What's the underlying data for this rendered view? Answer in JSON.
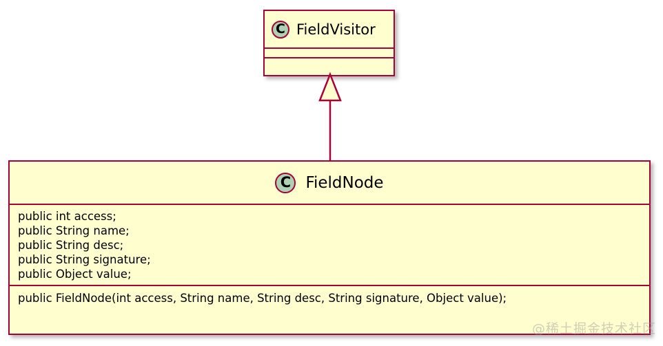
{
  "diagram": {
    "type": "uml-class-diagram",
    "background_color": "#FFFFFF",
    "border_color": "#A80036",
    "class_fill_color": "#FEFECE",
    "icon_fill_color": "#ADD1B2",
    "text_color": "#000000"
  },
  "classes": [
    {
      "id": "fieldvisitor",
      "stereotype_letter": "C",
      "name": "FieldVisitor",
      "attributes": [],
      "methods": []
    },
    {
      "id": "fieldnode",
      "stereotype_letter": "C",
      "name": "FieldNode",
      "attributes": [
        "public int access;",
        "public String name;",
        "public String desc;",
        "public String signature;",
        "public Object value;"
      ],
      "methods": [
        "public FieldNode(int access, String name, String desc, String signature, Object value);"
      ]
    }
  ],
  "relationships": [
    {
      "type": "generalization",
      "from": "fieldnode",
      "to": "fieldvisitor",
      "arrow_style": "hollow-triangle",
      "line_style": "solid"
    }
  ],
  "watermark": {
    "text": "@稀土掘金技术社区"
  }
}
